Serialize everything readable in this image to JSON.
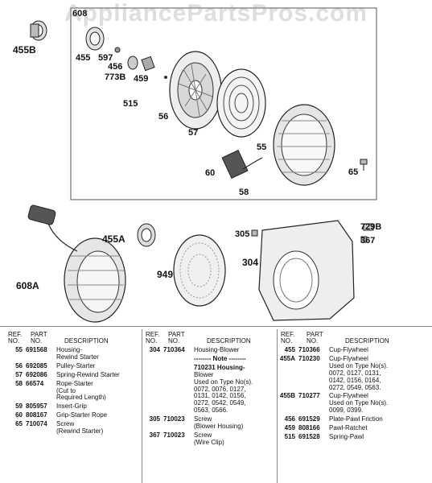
{
  "watermark": "AppliancePartsPros.com",
  "callouts": [
    {
      "id": "608_top",
      "text": "608"
    },
    {
      "id": "455B",
      "text": "455B"
    },
    {
      "id": "455",
      "text": "455"
    },
    {
      "id": "597",
      "text": "597"
    },
    {
      "id": "456",
      "text": "456"
    },
    {
      "id": "773B",
      "text": "773B"
    },
    {
      "id": "459",
      "text": "459"
    },
    {
      "id": "515",
      "text": "515"
    },
    {
      "id": "56",
      "text": "56"
    },
    {
      "id": "57",
      "text": "57"
    },
    {
      "id": "55",
      "text": "55"
    },
    {
      "id": "60",
      "text": "60"
    },
    {
      "id": "58",
      "text": "58"
    },
    {
      "id": "65",
      "text": "65"
    },
    {
      "id": "455A",
      "text": "455A"
    },
    {
      "id": "949",
      "text": "949"
    },
    {
      "id": "608A",
      "text": "608A"
    },
    {
      "id": "305",
      "text": "305"
    },
    {
      "id": "304",
      "text": "304"
    },
    {
      "id": "729B",
      "text": "729B"
    },
    {
      "id": "367",
      "text": "367"
    }
  ],
  "table": {
    "headers": {
      "ref": "REF.",
      "no": "NO.",
      "part": "PART",
      "part_no": "NO.",
      "description": "DESCRIPTION"
    },
    "columns": [
      [
        {
          "ref": "55",
          "part": "691568",
          "desc": [
            "Housing-",
            "Rewind Starter"
          ]
        },
        {
          "ref": "56",
          "part": "692085",
          "desc": [
            "Pulley-Starter"
          ]
        },
        {
          "ref": "57",
          "part": "692086",
          "desc": [
            "Spring-Rewind Starter"
          ]
        },
        {
          "ref": "58",
          "part": "66574",
          "desc": [
            "Rope-Starter",
            "(Cut to",
            "Required Length)"
          ]
        },
        {
          "ref": "59",
          "part": "805957",
          "desc": [
            "Insert-Grip"
          ]
        },
        {
          "ref": "60",
          "part": "808167",
          "desc": [
            "Grip-Starter Rope"
          ]
        },
        {
          "ref": "65",
          "part": "710074",
          "desc": [
            "Screw",
            "(Rewind Starter)"
          ]
        }
      ],
      [
        {
          "ref": "304",
          "part": "710364",
          "desc": [
            "Housing-Blower"
          ]
        },
        {
          "ref": "",
          "part": "",
          "desc": [
            "-------- Note --------"
          ],
          "bold": true
        },
        {
          "ref": "",
          "part": "",
          "desc": [
            "710231 Housing-",
            "Blower",
            "Used on Type No(s).",
            "0072, 0076, 0127,",
            "0131, 0142, 0156,",
            "0272, 0542, 0549,",
            "0563, 0566."
          ],
          "boldFirst": true
        },
        {
          "ref": "305",
          "part": "710023",
          "desc": [
            "Screw",
            "(Blower Housing)"
          ]
        },
        {
          "ref": "367",
          "part": "710023",
          "desc": [
            "Screw",
            "(Wire Clip)"
          ]
        }
      ],
      [
        {
          "ref": "455",
          "part": "710366",
          "desc": [
            "Cup-Flywheel"
          ]
        },
        {
          "ref": "455A",
          "part": "710230",
          "desc": [
            "Cup-Flywheel",
            "Used on Type No(s).",
            "0072, 0127, 0131,",
            "0142, 0156, 0164,",
            "0272, 0549, 0563."
          ]
        },
        {
          "ref": "455B",
          "part": "710277",
          "desc": [
            "Cup-Flywheel",
            "Used on Type No(s).",
            "0099, 0399."
          ]
        },
        {
          "ref": "456",
          "part": "691529",
          "desc": [
            "Plate-Pawl Friction"
          ]
        },
        {
          "ref": "459",
          "part": "808166",
          "desc": [
            "Pawl-Ratchet"
          ]
        },
        {
          "ref": "515",
          "part": "691528",
          "desc": [
            "Spring-Pawl"
          ]
        }
      ]
    ]
  }
}
